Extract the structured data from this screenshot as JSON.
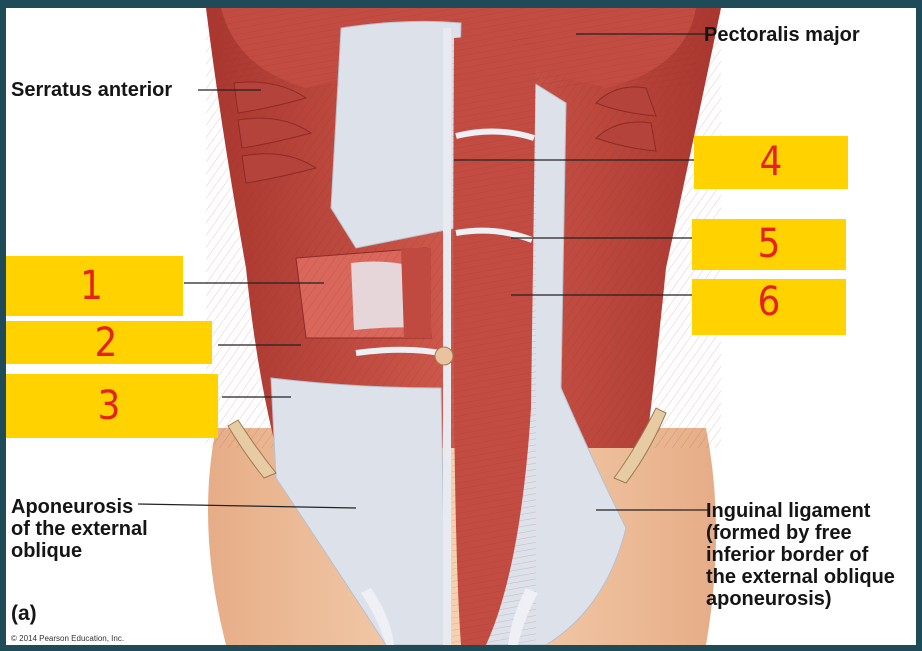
{
  "labels": {
    "pectoralis_major": "Pectoralis major",
    "serratus_anterior": "Serratus anterior",
    "aponeurosis": [
      "Aponeurosis",
      "of the external",
      "oblique"
    ],
    "inguinal": [
      "Inguinal ligament",
      "(formed by free",
      "inferior border of",
      "the external oblique",
      "aponeurosis)"
    ]
  },
  "panel": "(a)",
  "copyright": "© 2014 Pearson Education, Inc.",
  "answer_boxes": {
    "b1": "1",
    "b2": "2",
    "b3": "3",
    "b4": "4",
    "b5": "5",
    "b6": "6"
  },
  "colors": {
    "muscle": "#b9413a",
    "muscle_light": "#d96a5e",
    "fascia": "#dcdfe8",
    "skin": "#f0c6a4",
    "highlight_box": "#ffd200",
    "handwriting": "#e4241c",
    "frame": "#1f4a57"
  }
}
